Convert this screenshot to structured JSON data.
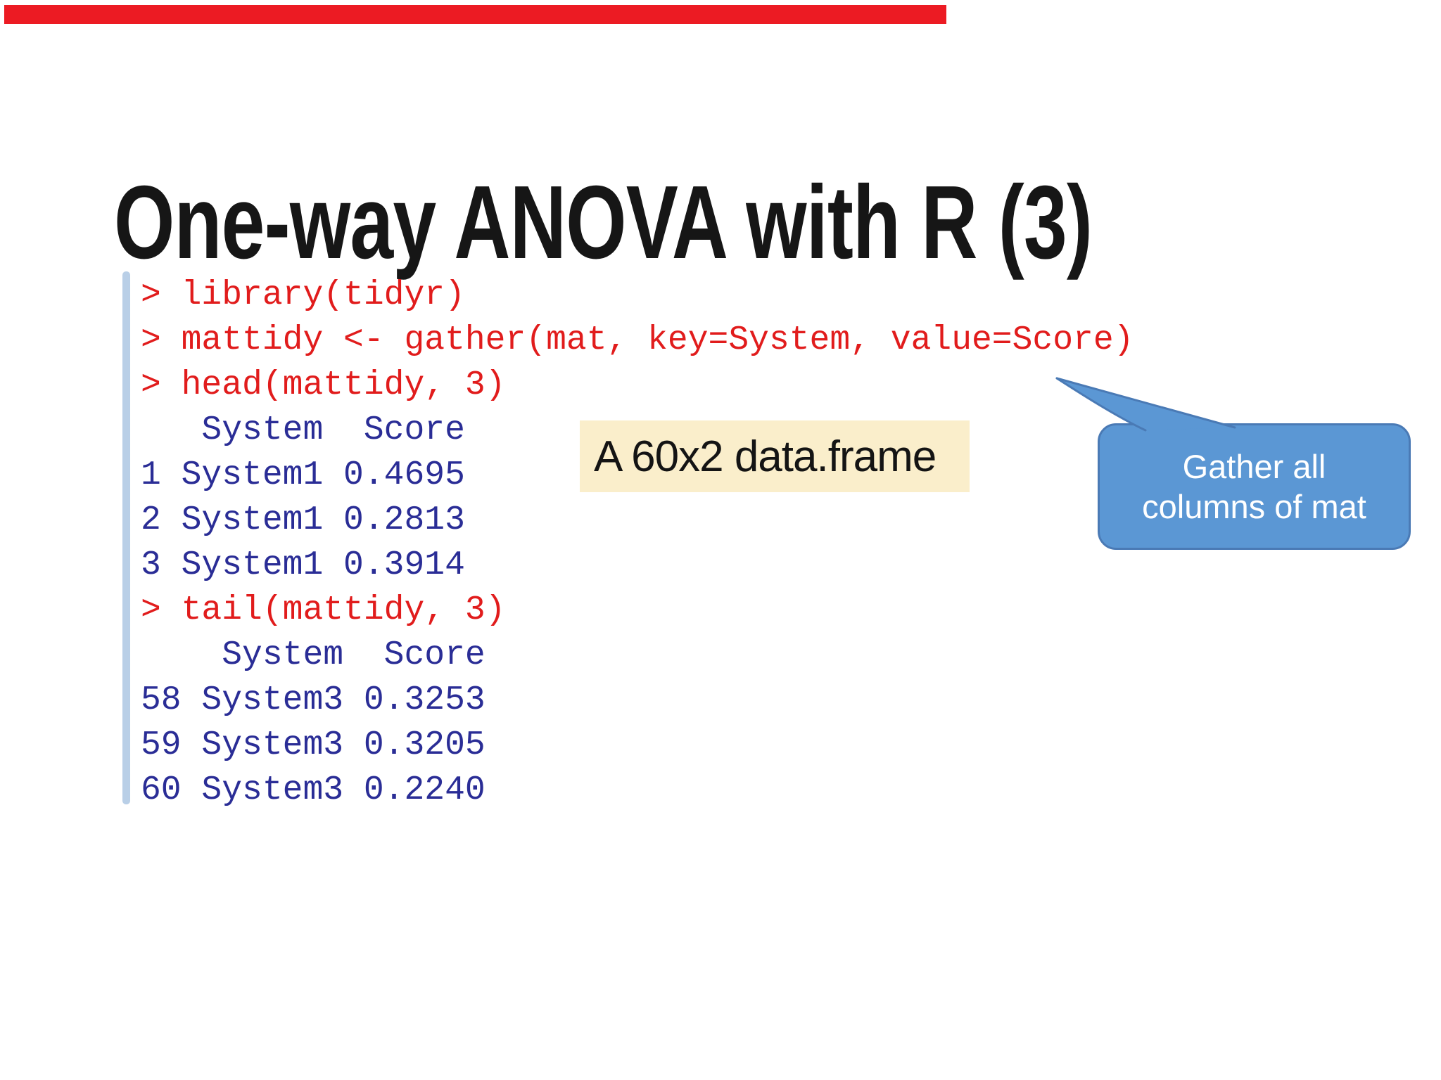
{
  "slide": {
    "title": "One-way ANOVA with R (3)",
    "background_color": "#ffffff",
    "top_bar_color": "#ec1b23"
  },
  "console": {
    "input_color": "#e11c1c",
    "output_color": "#2a2d96",
    "gutter_color": "#b9cfe7",
    "lines": [
      {
        "kind": "input",
        "text": "> library(tidyr)"
      },
      {
        "kind": "input",
        "text": "> mattidy <- gather(mat, key=System, value=Score)"
      },
      {
        "kind": "input",
        "text": "> head(mattidy, 3)"
      },
      {
        "kind": "output",
        "text": "   System  Score"
      },
      {
        "kind": "output",
        "text": "1 System1 0.4695"
      },
      {
        "kind": "output",
        "text": "2 System1 0.2813"
      },
      {
        "kind": "output",
        "text": "3 System1 0.3914"
      },
      {
        "kind": "input",
        "text": "> tail(mattidy, 3)"
      },
      {
        "kind": "output",
        "text": "    System  Score"
      },
      {
        "kind": "output",
        "text": "58 System3 0.3253"
      },
      {
        "kind": "output",
        "text": "59 System3 0.3205"
      },
      {
        "kind": "output",
        "text": "60 System3 0.2240"
      }
    ]
  },
  "note": {
    "text": "A 60x2 data.frame",
    "bg_color": "#faeecb",
    "text_color": "#141414"
  },
  "callout": {
    "line1": "Gather all",
    "line2": "columns of mat",
    "fill_color": "#5b97d4",
    "border_color": "#4a7ab5",
    "text_color": "#ffffff"
  }
}
